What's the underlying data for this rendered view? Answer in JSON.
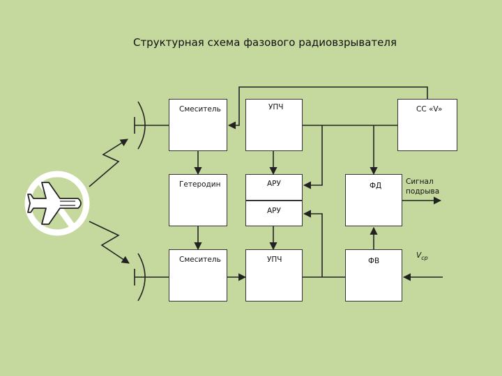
{
  "title": "Структурная схема фазового радиовзрывателя",
  "blocks": {
    "mixer_top": "Смеситель",
    "upch_top": "УПЧ",
    "ss_v": "СС «V»",
    "heterodyne": "Гетеродин",
    "aru_1": "АРУ",
    "fd": "ФД",
    "aru_2": "АРУ",
    "mixer_bottom": "Смеситель",
    "upch_bottom": "УПЧ",
    "fv": "ФВ"
  },
  "labels": {
    "signal_line1": "Сигнал",
    "signal_line2": "подрыва",
    "v_main": "V",
    "v_sub": "ср"
  },
  "colors": {
    "background": "#c5d89d",
    "block_fill": "#ffffff",
    "line": "#222222"
  },
  "icons": [
    "airplane-icon",
    "antenna-icon",
    "radio-wave-icon"
  ]
}
